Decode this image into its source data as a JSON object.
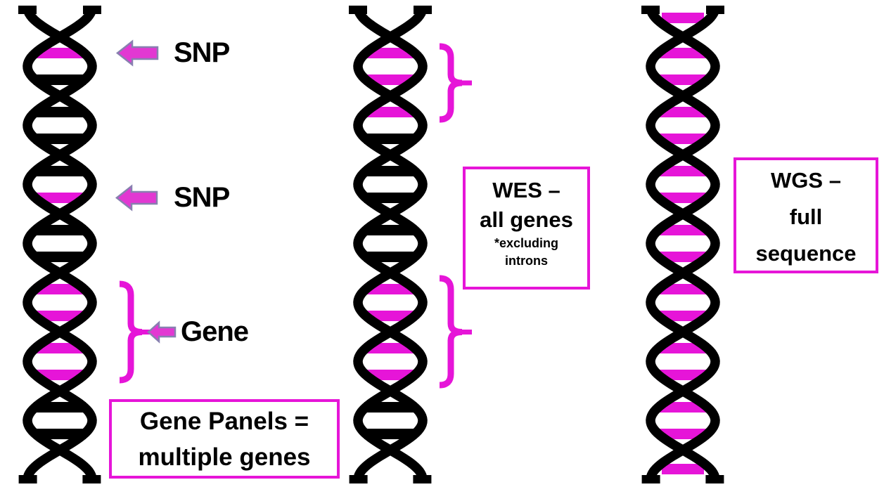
{
  "colors": {
    "accent_magenta": "#e615d8",
    "helix_black": "#000000",
    "arrow_fill": "#e238d2",
    "arrow_stroke": "#8880b0",
    "text_black": "#000000"
  },
  "annotations": {
    "snp1_label": "SNP",
    "snp2_label": "SNP",
    "gene_label": "Gene",
    "gene_panels_box": {
      "line1": "Gene Panels =",
      "line2": "multiple genes"
    },
    "wes_box": {
      "line1": "WES –",
      "line2": "all genes",
      "line3": "*excluding",
      "line4": "introns"
    },
    "wgs_box": {
      "line1": "WGS –",
      "line2": "full",
      "line3": "sequence"
    }
  },
  "helices": [
    {
      "name": "gene-panel-helix",
      "rungs": [
        "M",
        "B",
        "B",
        "B",
        "B",
        "M",
        "B",
        "B",
        "M",
        "M",
        "M",
        "M",
        "B",
        "B"
      ],
      "top_cup_rung": false,
      "bottom_cup_rung": false
    },
    {
      "name": "wes-helix",
      "rungs": [
        "M",
        "M",
        "M",
        "B",
        "B",
        "B",
        "B",
        "B",
        "M",
        "M",
        "M",
        "M",
        "B",
        "B"
      ],
      "top_cup_rung": false,
      "bottom_cup_rung": false
    },
    {
      "name": "wgs-helix",
      "rungs": [
        "M",
        "M",
        "M",
        "M",
        "M",
        "M",
        "M",
        "M",
        "M",
        "M",
        "M",
        "M",
        "M",
        "M"
      ],
      "top_cup_rung": true,
      "bottom_cup_rung": true
    }
  ]
}
